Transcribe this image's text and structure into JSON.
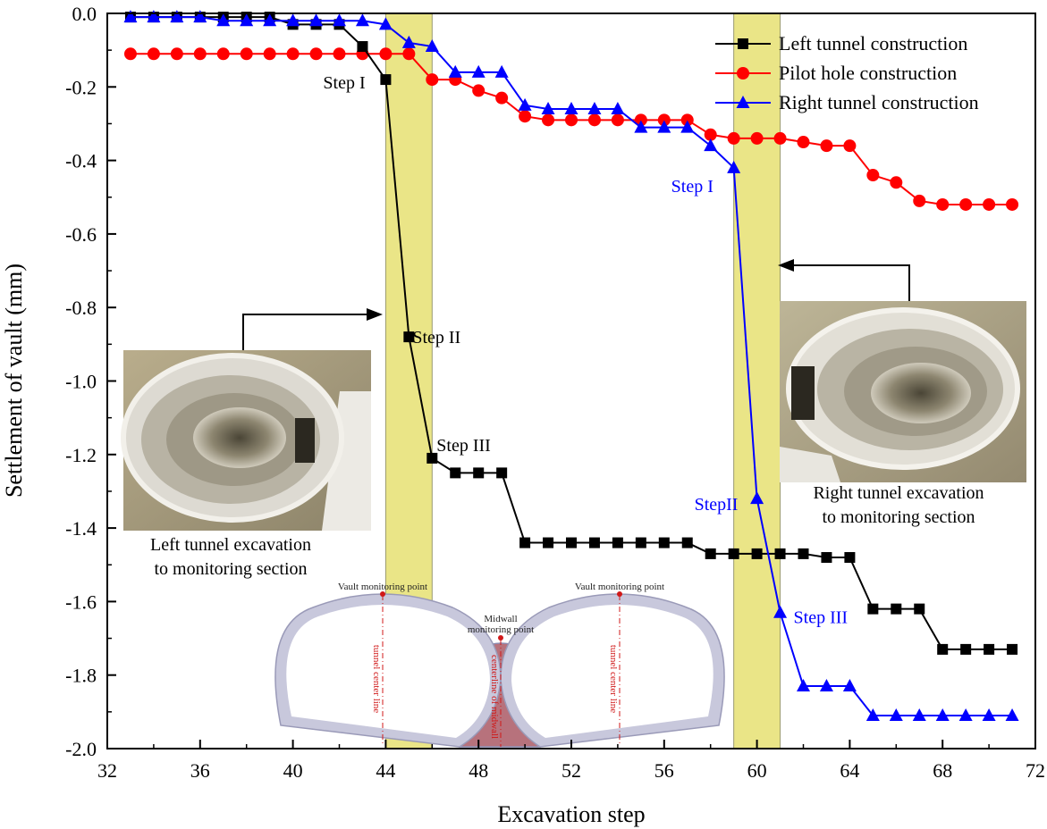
{
  "chart_data": {
    "type": "line",
    "xlabel": "Excavation step",
    "ylabel": "Settlement of  vault (mm)",
    "xlim": [
      32,
      72
    ],
    "ylim": [
      -2.0,
      0.0
    ],
    "x_ticks": [
      "32",
      "36",
      "40",
      "44",
      "48",
      "52",
      "56",
      "60",
      "64",
      "68",
      "72"
    ],
    "y_ticks": [
      "0.0",
      "-0.2",
      "-0.4",
      "-0.6",
      "-0.8",
      "-1.0",
      "-1.2",
      "-1.4",
      "-1.6",
      "-1.8",
      "-2.0"
    ],
    "legend_position": "top-right",
    "highlight_bands": [
      [
        44,
        46
      ],
      [
        59,
        61
      ]
    ],
    "series": [
      {
        "name": "Left tunnel construction",
        "color": "#000000",
        "marker": "square",
        "x": [
          33,
          34,
          35,
          36,
          37,
          38,
          39,
          40,
          41,
          42,
          43,
          44,
          45,
          46,
          47,
          48,
          49,
          50,
          51,
          52,
          53,
          54,
          55,
          56,
          57,
          58,
          59,
          60,
          61,
          62,
          63,
          64,
          65,
          66,
          67,
          68,
          69,
          70,
          71
        ],
        "y": [
          -0.01,
          -0.01,
          -0.01,
          -0.01,
          -0.01,
          -0.01,
          -0.01,
          -0.03,
          -0.03,
          -0.03,
          -0.09,
          -0.18,
          -0.88,
          -1.21,
          -1.25,
          -1.25,
          -1.25,
          -1.44,
          -1.44,
          -1.44,
          -1.44,
          -1.44,
          -1.44,
          -1.44,
          -1.44,
          -1.47,
          -1.47,
          -1.47,
          -1.47,
          -1.47,
          -1.48,
          -1.48,
          -1.62,
          -1.62,
          -1.62,
          -1.73,
          -1.73,
          -1.73,
          -1.73
        ]
      },
      {
        "name": "Pilot hole construction",
        "color": "#ff0000",
        "marker": "circle",
        "x": [
          33,
          34,
          35,
          36,
          37,
          38,
          39,
          40,
          41,
          42,
          43,
          44,
          45,
          46,
          47,
          48,
          49,
          50,
          51,
          52,
          53,
          54,
          55,
          56,
          57,
          58,
          59,
          60,
          61,
          62,
          63,
          64,
          65,
          66,
          67,
          68,
          69,
          70,
          71
        ],
        "y": [
          -0.11,
          -0.11,
          -0.11,
          -0.11,
          -0.11,
          -0.11,
          -0.11,
          -0.11,
          -0.11,
          -0.11,
          -0.11,
          -0.11,
          -0.11,
          -0.18,
          -0.18,
          -0.21,
          -0.23,
          -0.28,
          -0.29,
          -0.29,
          -0.29,
          -0.29,
          -0.29,
          -0.29,
          -0.29,
          -0.33,
          -0.34,
          -0.34,
          -0.34,
          -0.35,
          -0.36,
          -0.36,
          -0.44,
          -0.46,
          -0.51,
          -0.52,
          -0.52,
          -0.52,
          -0.52
        ]
      },
      {
        "name": "Right tunnel construction",
        "color": "#0000ff",
        "marker": "triangle",
        "x": [
          33,
          34,
          35,
          36,
          37,
          38,
          39,
          40,
          41,
          42,
          43,
          44,
          45,
          46,
          47,
          48,
          49,
          50,
          51,
          52,
          53,
          54,
          55,
          56,
          57,
          58,
          59,
          60,
          61,
          62,
          63,
          64,
          65,
          66,
          67,
          68,
          69,
          70,
          71
        ],
        "y": [
          -0.01,
          -0.01,
          -0.01,
          -0.01,
          -0.02,
          -0.02,
          -0.02,
          -0.02,
          -0.02,
          -0.02,
          -0.02,
          -0.03,
          -0.08,
          -0.09,
          -0.16,
          -0.16,
          -0.16,
          -0.25,
          -0.26,
          -0.26,
          -0.26,
          -0.26,
          -0.31,
          -0.31,
          -0.31,
          -0.36,
          -0.42,
          -1.32,
          -1.63,
          -1.83,
          -1.83,
          -1.83,
          -1.91,
          -1.91,
          -1.91,
          -1.91,
          -1.91,
          -1.91,
          -1.91
        ]
      }
    ],
    "annotations": [
      {
        "text": "Step I",
        "x": 44,
        "y": -0.18,
        "color": "#000000"
      },
      {
        "text": "Step II",
        "x": 45,
        "y": -0.88,
        "color": "#000000"
      },
      {
        "text": "Step III",
        "x": 46,
        "y": -1.21,
        "color": "#000000"
      },
      {
        "text": "Step I",
        "x": 59,
        "y": -0.42,
        "color": "#0000ff"
      },
      {
        "text": "StepII",
        "x": 60,
        "y": -1.32,
        "color": "#0000ff"
      },
      {
        "text": "Step III",
        "x": 61,
        "y": -1.63,
        "color": "#0000ff"
      }
    ],
    "photo_captions": {
      "left_line1": "Left tunnel excavation",
      "left_line2": "to monitoring section",
      "right_line1": "Right tunnel excavation",
      "right_line2": "to monitoring section"
    },
    "diagram_labels": {
      "vault_left": "Vault monitoring point",
      "vault_right": "Vault monitoring point",
      "midwall_line1": "Midwall",
      "midwall_line2": "monitoring point",
      "centerline_left": "tunnel center line",
      "centerline_right": "tunnel center line",
      "centerline_midwall": "centerline of midwall"
    }
  }
}
